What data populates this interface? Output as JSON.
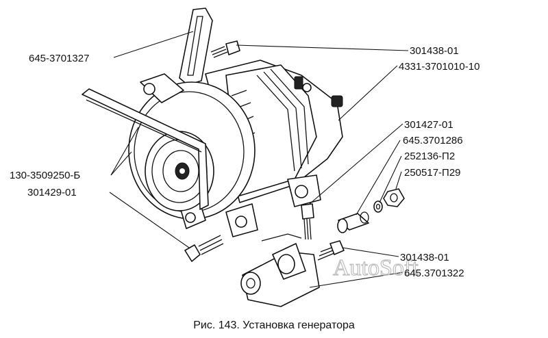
{
  "caption": "Рис. 143. Установка генератора",
  "watermark": "AutoSoft",
  "labels": {
    "bracket_top": "645-3701327",
    "bolt_top": "301438-01",
    "generator": "4331-3701010-10",
    "belt": "130-3509250-Б",
    "bolt_left": "301429-01",
    "bolt_mid": "301427-01",
    "bushing": "645.3701286",
    "washer": "252136-П2",
    "nut": "250517-П29",
    "bolt_bottom": "301438-01",
    "bracket_bottom": "645.3701322"
  },
  "colors": {
    "ink": "#111111",
    "paper": "#ffffff",
    "watermark": "#bdbdbd"
  }
}
